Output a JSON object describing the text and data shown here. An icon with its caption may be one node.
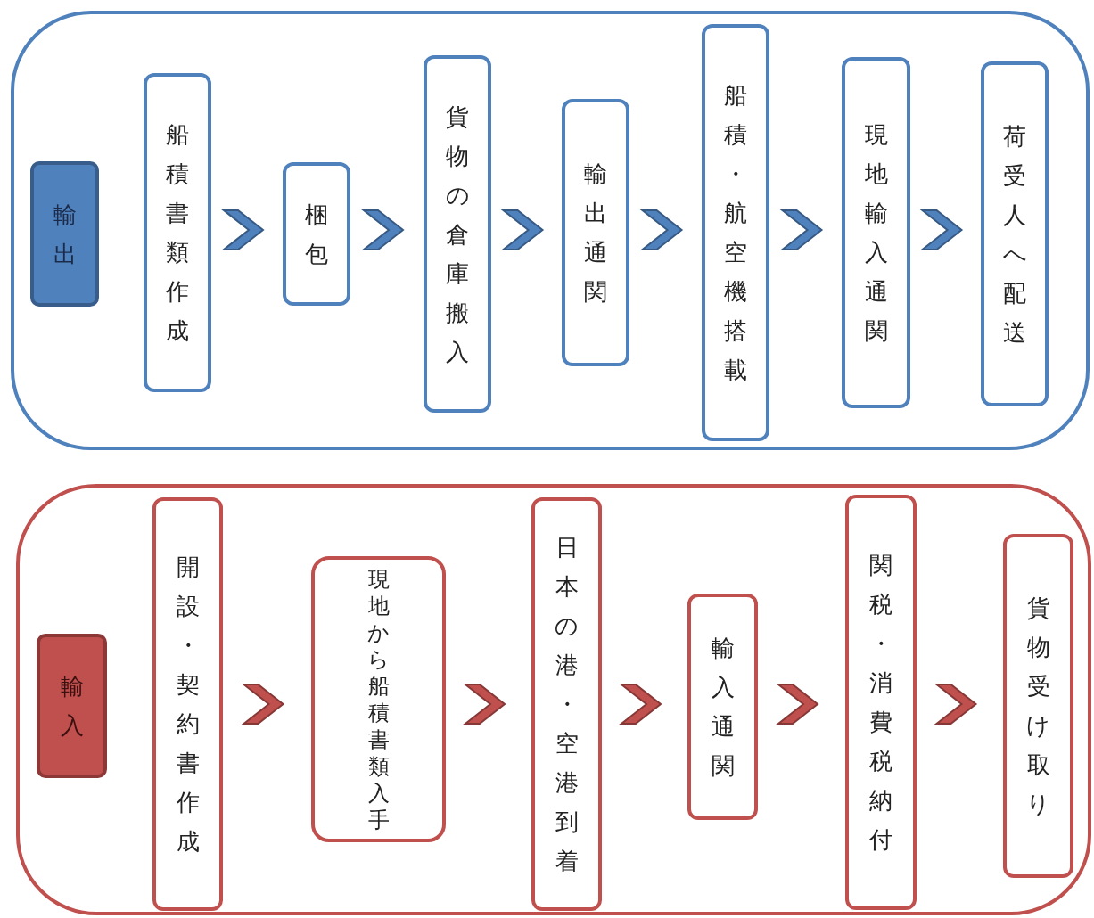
{
  "diagram": {
    "nodes": [
      {
        "text": [],
        "shape": "box"
      },
      {
        "text": [
          "輸出"
        ],
        "in": 0
      },
      {
        "text": [
          "船積書類作成"
        ],
        "in": 0
      },
      {
        "text": [
          "梱包"
        ],
        "in": 0
      },
      {
        "text": [
          "貨物の倉庫搬入"
        ],
        "in": 0
      },
      {
        "text": [
          "輸出通関"
        ],
        "in": 0
      },
      {
        "text": [
          "船積・航空機搭載"
        ],
        "in": 0
      },
      {
        "text": [
          "現地輸入通関"
        ],
        "in": 0
      },
      {
        "text": [
          "荷受人へ配送"
        ],
        "in": 0
      },
      {
        "text": [],
        "shape": "box"
      },
      {
        "text": [
          "輸入"
        ],
        "in": 9
      },
      {
        "text": [
          "開設・契約書作成"
        ],
        "in": 9
      },
      {
        "text": [
          "現地から船積書類入手"
        ],
        "in": 9
      },
      {
        "text": [
          "日本の港・空港到着"
        ],
        "in": 9
      },
      {
        "text": [
          "輸入通関"
        ],
        "in": 9
      },
      {
        "text": [
          "関税・消費税納付"
        ],
        "in": 9
      },
      {
        "text": [
          "貨物受け取り"
        ],
        "in": 9
      }
    ],
    "edges": [
      {
        "from": 2,
        "to": 3,
        "arrow": "to"
      },
      {
        "from": 3,
        "to": 4,
        "arrow": "to"
      },
      {
        "from": 4,
        "to": 5,
        "arrow": "to"
      },
      {
        "from": 5,
        "to": 6,
        "arrow": "to"
      },
      {
        "from": 6,
        "to": 7,
        "arrow": "to"
      },
      {
        "from": 7,
        "to": 8,
        "arrow": "to"
      },
      {
        "from": 11,
        "to": 12,
        "arrow": "to",
        "color": "#c0504d"
      },
      {
        "from": 12,
        "to": 13,
        "arrow": "to",
        "color": "#c0504d"
      },
      {
        "from": 13,
        "to": 14,
        "arrow": "to",
        "color": "#c0504d"
      },
      {
        "from": 14,
        "to": 15,
        "arrow": "to",
        "color": "#c0504d"
      },
      {
        "from": 15,
        "to": 16,
        "arrow": "to",
        "color": "#c0504d"
      }
    ]
  }
}
